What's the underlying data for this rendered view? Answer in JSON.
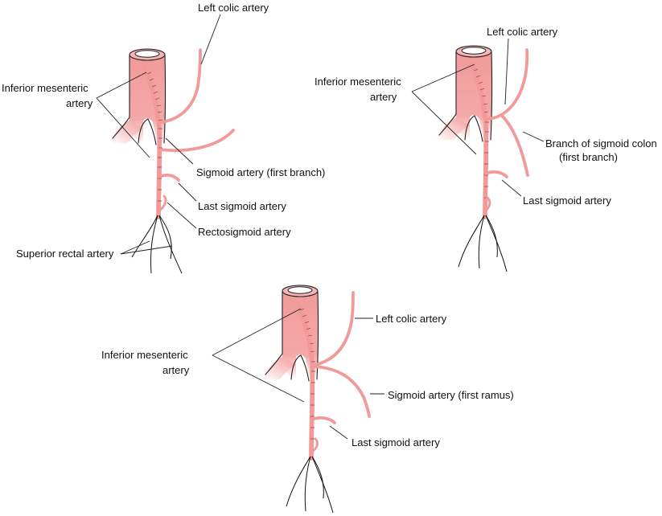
{
  "colors": {
    "vessel": "#f29a9a",
    "vessel_light": "#fbd7d7",
    "outline": "#222222"
  },
  "panels": [
    {
      "id": "panel-1",
      "labels": {
        "left_colic": "Left colic artery",
        "ima_line1": "Inferior mesenteric",
        "ima_line2": "artery",
        "sigmoid_first": "Sigmoid artery (first branch)",
        "last_sigmoid": "Last sigmoid artery",
        "rectosigmoid": "Rectosigmoid artery",
        "superior_rectal": "Superior rectal artery"
      }
    },
    {
      "id": "panel-2",
      "labels": {
        "left_colic": "Left colic artery",
        "ima_line1": "Inferior mesenteric",
        "ima_line2": "artery",
        "branch_line1": "Branch of sigmoid colon",
        "branch_line2": "(first branch)",
        "last_sigmoid": "Last sigmoid artery"
      }
    },
    {
      "id": "panel-3",
      "labels": {
        "left_colic": "Left colic artery",
        "ima_line1": "Inferior mesenteric",
        "ima_line2": "artery",
        "sigmoid_first": "Sigmoid artery (first ramus)",
        "last_sigmoid": "Last sigmoid artery"
      }
    }
  ]
}
